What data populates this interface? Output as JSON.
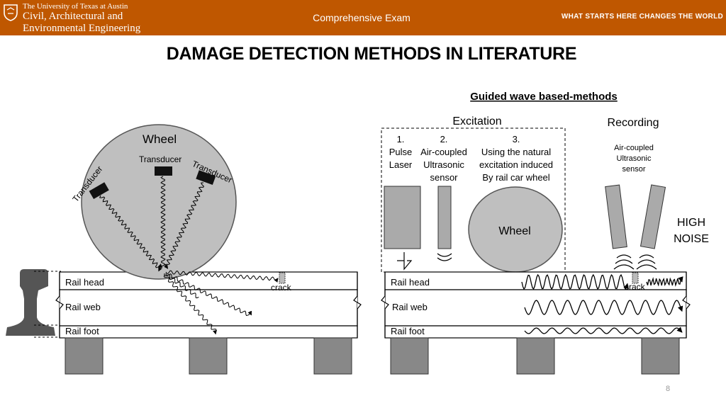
{
  "header": {
    "university": "The University of Texas at Austin",
    "department_line1": "Civil, Architectural and",
    "department_line2": "Environmental Engineering",
    "center": "Comprehensive Exam",
    "slogan": "WHAT STARTS HERE CHANGES THE WORLD",
    "colors": {
      "brand": "#bf5700",
      "header_text": "#ffffff"
    },
    "icons": [
      "ut-seal-icon"
    ]
  },
  "title": "DAMAGE DETECTION METHODS IN LITERATURE",
  "left": {
    "wheel": "Wheel",
    "transducer_left": "Transducer",
    "transducer_center": "Transducer",
    "transducer_right": "Transducer",
    "crack": "crack",
    "rail_head": "Rail head",
    "rail_web": "Rail web",
    "rail_foot": "Rail foot"
  },
  "right": {
    "section_title": "Guided wave based-methods",
    "excitation_title": "Excitation",
    "recording_title": "Recording",
    "method1": [
      "1.",
      "Pulse",
      "Laser"
    ],
    "method2": [
      "2.",
      "Air-coupled",
      "Ultrasonic",
      "sensor"
    ],
    "method3": [
      "3.",
      "Using the natural",
      "excitation induced",
      "By rail car wheel"
    ],
    "recording_sensor": [
      "Air-coupled",
      "Ultrasonic",
      "sensor"
    ],
    "wheel": "Wheel",
    "noise_line1": "HIGH",
    "noise_line2": "NOISE",
    "crack": "crack",
    "rail_head": "Rail head",
    "rail_web": "Rail web",
    "rail_foot": "Rail foot"
  },
  "page_number": "8"
}
